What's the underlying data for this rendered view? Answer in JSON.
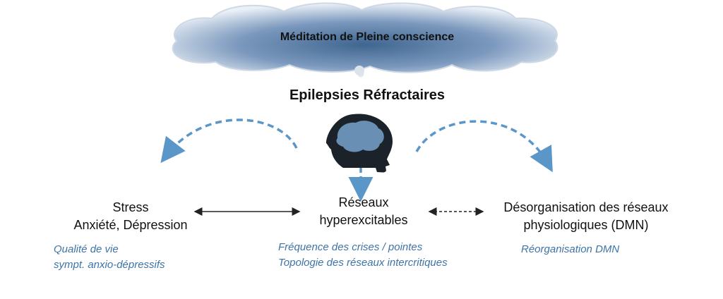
{
  "cloud": {
    "label": "Méditation de Pleine conscience"
  },
  "title": "Epilepsies Réfractaires",
  "nodes": {
    "left": {
      "line1": "Stress",
      "line2": "Anxiété, Dépression"
    },
    "center": {
      "line1": "Réseaux",
      "line2": "hyperexcitables"
    },
    "right": {
      "line1": "Désorganisation des réseaux",
      "line2": "physiologiques (DMN)"
    }
  },
  "effects": {
    "left": {
      "line1": "Qualité de vie",
      "line2": "sympt. anxio-dépressifs"
    },
    "center": {
      "line1": "Fréquence des crises / pointes",
      "line2": "Topologie des réseaux intercritiques"
    },
    "right": {
      "line1": "Réorganisation DMN"
    }
  },
  "colors": {
    "cloud_fill": "#5f7fa8",
    "cloud_edge": "#dfe7f1",
    "dashed_arrow": "#5b96c9",
    "effect_text": "#3d74a7",
    "head": "#1b2229",
    "brain": "#6a8fb4"
  }
}
